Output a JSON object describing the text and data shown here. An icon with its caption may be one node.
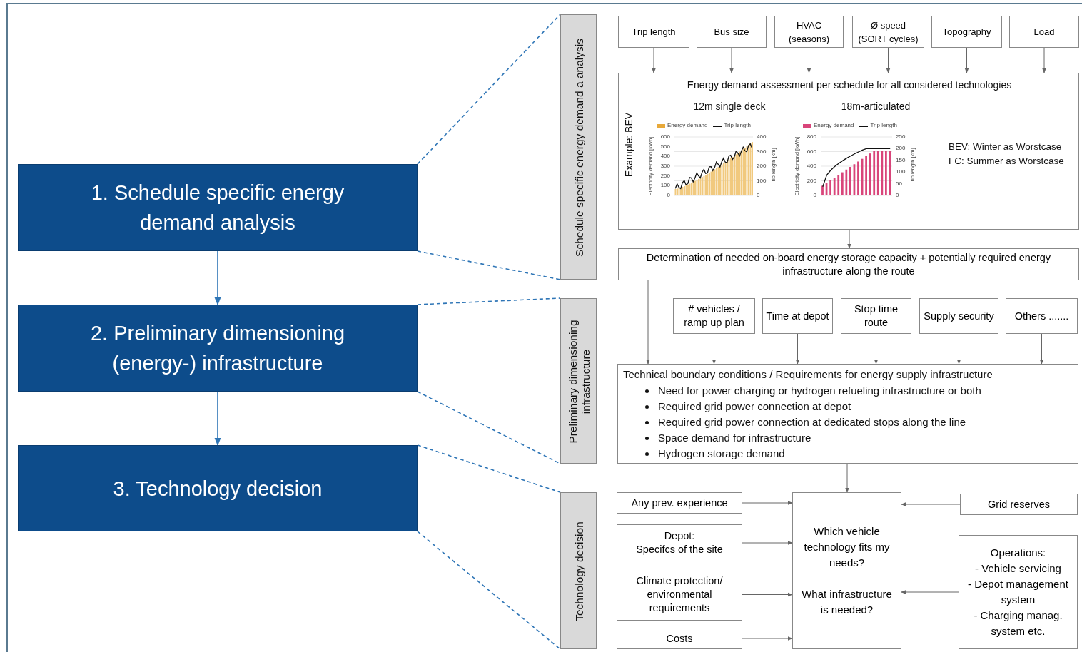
{
  "diagram": {
    "nodes": [
      {
        "text": [
          "1. Schedule specific energy demand analysis"
        ]
      },
      {
        "text": [
          "2. Preliminary dimensioning (energy-) infrastructure"
        ]
      },
      {
        "text": [
          "3. Technology decision"
        ]
      },
      {
        "text": [
          "Schedule specific energy demand a analysis"
        ]
      },
      {
        "text": [
          "Preliminary dimensioning infrastructure"
        ]
      },
      {
        "text": [
          "Technology decision"
        ]
      },
      {
        "text": [
          "Trip length"
        ]
      },
      {
        "text": [
          "Bus size"
        ]
      },
      {
        "text": [
          "HVAC (seasons)"
        ]
      },
      {
        "text": [
          "Ø speed (SORT cycles)"
        ]
      },
      {
        "text": [
          "Topography"
        ]
      },
      {
        "text": [
          "Load"
        ]
      },
      {
        "text": [
          "Energy demand assessment per schedule for all considered technologies",
          "Example: BEV",
          "12m single deck",
          "18m-articulated",
          "BEV: Winter as Worstcase",
          "FC:  Summer as Worstcase"
        ]
      },
      {
        "text": [
          "Determination of needed on-board energy storage capacity + potentially required energy infrastructure along the route"
        ]
      },
      {
        "text": [
          "# vehicles / ramp up plan"
        ]
      },
      {
        "text": [
          "Time at depot"
        ]
      },
      {
        "text": [
          "Stop time route"
        ]
      },
      {
        "text": [
          "Supply security"
        ]
      },
      {
        "text": [
          "Others ......."
        ]
      },
      {
        "text": [
          "Technical boundary conditions / Requirements for energy supply infrastructure",
          "Need for power charging or hydrogen refueling infrastructure or both",
          "Required grid power connection at depot",
          "Required grid power connection at dedicated stops along the line",
          "Space demand for infrastructure",
          "Hydrogen storage demand"
        ]
      },
      {
        "text": [
          "Any prev. experience"
        ]
      },
      {
        "text": [
          "Depot:",
          "Specifcs of the site"
        ]
      },
      {
        "text": [
          "Climate protection/ environmental requirements"
        ]
      },
      {
        "text": [
          "Costs"
        ]
      },
      {
        "text": [
          "Which vehicle technology fits my needs?",
          "What infrastructure is needed?"
        ]
      },
      {
        "text": [
          "Grid reserves"
        ]
      },
      {
        "text": [
          "Operations:",
          "- Vehicle servicing",
          "- Depot management system",
          "- Charging manag. system etc."
        ]
      }
    ],
    "edges": [
      {
        "from": 0,
        "to": 1,
        "arrow": "to",
        "color": "#2e75b6"
      },
      {
        "from": 1,
        "to": 2,
        "arrow": "to",
        "color": "#2e75b6"
      },
      {
        "from": 0,
        "to": 3,
        "arrow": "none",
        "style": "dashed",
        "color": "#2e75b6"
      },
      {
        "from": 0,
        "to": 3,
        "arrow": "none",
        "style": "dashed",
        "color": "#2e75b6"
      },
      {
        "from": 1,
        "to": 4,
        "arrow": "none",
        "style": "dashed",
        "color": "#2e75b6"
      },
      {
        "from": 1,
        "to": 4,
        "arrow": "none",
        "style": "dashed",
        "color": "#2e75b6"
      },
      {
        "from": 2,
        "to": 5,
        "arrow": "none",
        "style": "dashed",
        "color": "#2e75b6"
      },
      {
        "from": 2,
        "to": 5,
        "arrow": "none",
        "style": "dashed",
        "color": "#2e75b6"
      },
      {
        "from": 6,
        "to": 12,
        "arrow": "to"
      },
      {
        "from": 7,
        "to": 12,
        "arrow": "to"
      },
      {
        "from": 8,
        "to": 12,
        "arrow": "to"
      },
      {
        "from": 9,
        "to": 12,
        "arrow": "to"
      },
      {
        "from": 10,
        "to": 12,
        "arrow": "to"
      },
      {
        "from": 11,
        "to": 12,
        "arrow": "to"
      },
      {
        "from": 12,
        "to": 13,
        "arrow": "to"
      },
      {
        "from": 13,
        "to": 19,
        "arrow": "to"
      },
      {
        "from": 14,
        "to": 19,
        "arrow": "to"
      },
      {
        "from": 15,
        "to": 19,
        "arrow": "to"
      },
      {
        "from": 16,
        "to": 19,
        "arrow": "to"
      },
      {
        "from": 17,
        "to": 19,
        "arrow": "to"
      },
      {
        "from": 18,
        "to": 19,
        "arrow": "to"
      },
      {
        "from": 19,
        "to": 24,
        "arrow": "to"
      },
      {
        "from": 20,
        "to": 24,
        "arrow": "to"
      },
      {
        "from": 21,
        "to": 24,
        "arrow": "to"
      },
      {
        "from": 22,
        "to": 24,
        "arrow": "to"
      },
      {
        "from": 23,
        "to": 24,
        "arrow": "to"
      },
      {
        "from": 25,
        "to": 24,
        "arrow": "to"
      },
      {
        "from": 26,
        "to": 24,
        "arrow": "to"
      }
    ],
    "labels": [
      "Electricity demand [kWh]",
      "Trip length [km]",
      "600",
      "500",
      "400",
      "300",
      "200",
      "100",
      "0",
      "400",
      "300",
      "200",
      "100",
      "0",
      "Electricity demand [kWh]",
      "Trip length [km]",
      "800",
      "600",
      "400",
      "200",
      "0",
      "250",
      "200",
      "150",
      "100",
      "50",
      "0"
    ],
    "legend": [
      {
        "text": "Energy demand",
        "color": "#e8a93a"
      },
      {
        "text": "Trip length"
      },
      {
        "text": "Energy demand",
        "color": "#d9457a"
      },
      {
        "text": "Trip length"
      }
    ]
  }
}
